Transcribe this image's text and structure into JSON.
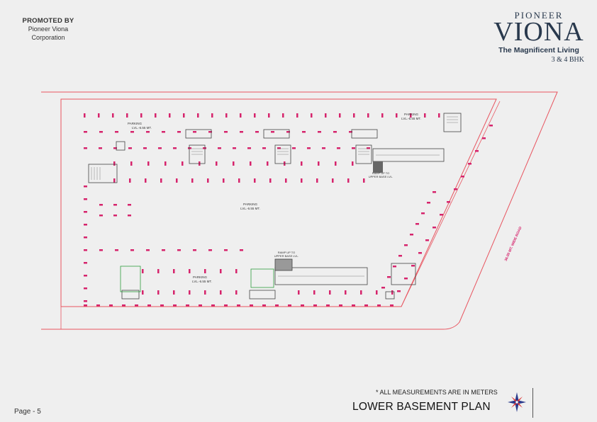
{
  "header": {
    "promoted_by_label": "PROMOTED BY",
    "promoter_line1": "Pioneer Viona",
    "promoter_line2": "Corporation"
  },
  "brand": {
    "top": "PIONEER",
    "name": "VIONA",
    "tagline": "The Magnificent Living",
    "configuration": "3 & 4 BHK",
    "color": "#29394d"
  },
  "plan": {
    "road_label": "36.00 MT. WIDE ROAD",
    "zone_labels": [
      {
        "line1": "PARKING",
        "line2": "LVL.-6.55 MT."
      },
      {
        "line1": "PARKING",
        "line2": "LVL.-6.55 MT."
      },
      {
        "line1": "PARKING",
        "line2": "LVL.-6.55 MT."
      },
      {
        "line1": "PARKING",
        "line2": "LVL.-6.55 MT."
      }
    ],
    "ramp_labels": [
      {
        "line1": "RAMP UP TO",
        "line2": "UPPER BASE LVL."
      },
      {
        "line1": "RAMP UP TO",
        "line2": "UPPER BASE LVL."
      }
    ],
    "boundary_color": "#e8545f",
    "parking_mark_color": "#d6246c",
    "core_accent_color": "#2e9e3e"
  },
  "footer": {
    "note": "* ALL MEASUREMENTS ARE IN METERS",
    "title": "LOWER BASEMENT PLAN",
    "page": "Page - 5"
  }
}
